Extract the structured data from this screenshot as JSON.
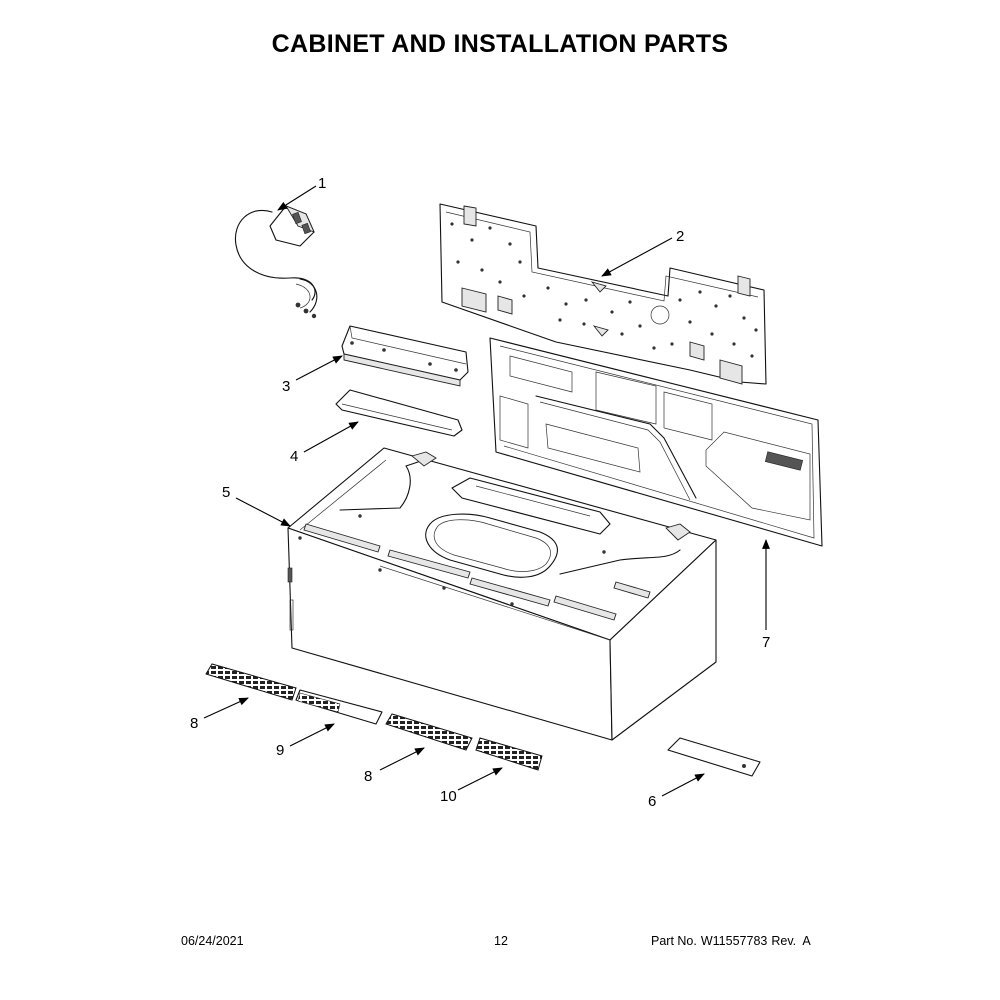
{
  "page": {
    "title": "CABINET AND INSTALLATION PARTS",
    "footer": {
      "date": "06/24/2021",
      "page_number": "12",
      "part_label": "Part No.",
      "part_number": "W11557783",
      "revision": "Rev.  A"
    }
  },
  "callouts": {
    "c1": "1",
    "c2": "2",
    "c3": "3",
    "c4": "4",
    "c5": "5",
    "c6": "6",
    "c7": "7",
    "c8a": "8",
    "c8b": "8",
    "c9": "9",
    "c10": "10"
  }
}
